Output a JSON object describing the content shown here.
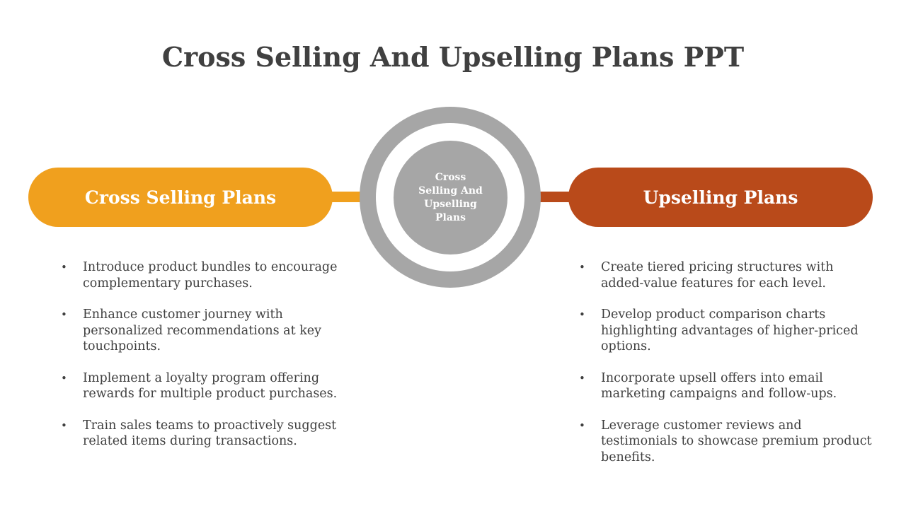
{
  "title": "Cross Selling And Upselling Plans PPT",
  "center_label": "Cross Selling And Upselling Plans",
  "left": {
    "heading": "Cross Selling Plans",
    "color": "#F0A01E",
    "items": [
      "Introduce product bundles to encourage complementary purchases.",
      "Enhance customer journey with personalized recommendations at key touchpoints.",
      "Implement a loyalty program offering rewards for multiple product purchases.",
      "Train sales teams to proactively suggest related items during transactions."
    ]
  },
  "right": {
    "heading": "Upselling Plans",
    "color": "#B94A1A",
    "items": [
      "Create tiered pricing structures with added-value features for each level.",
      "Develop product comparison charts highlighting advantages of higher-priced options.",
      "Incorporate upsell offers into email marketing campaigns and follow-ups.",
      "Leverage customer reviews and testimonials to showcase premium product benefits."
    ]
  },
  "bullet_glyph": "•",
  "ring_color": "#A6A6A6"
}
